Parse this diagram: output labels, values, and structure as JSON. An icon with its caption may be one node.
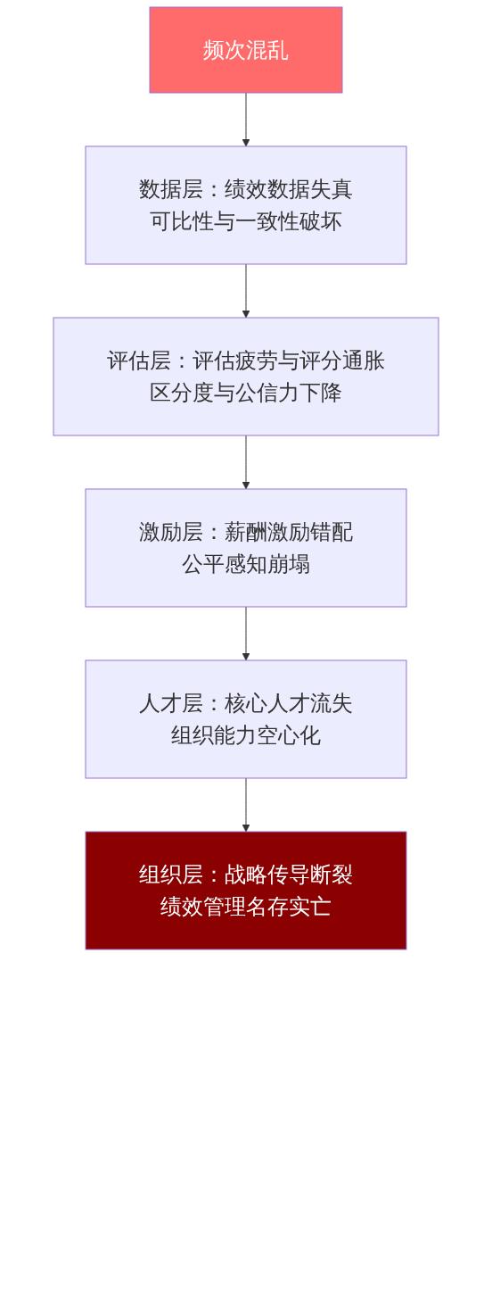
{
  "diagram": {
    "nodes": [
      {
        "text": [
          "频次混乱"
        ]
      },
      {
        "text": [
          "数据层：绩效数据失真",
          "可比性与一致性破坏"
        ]
      },
      {
        "text": [
          "评估层：评估疲劳与评分通胀",
          "区分度与公信力下降"
        ]
      },
      {
        "text": [
          "激励层：薪酬激励错配",
          "公平感知崩塌"
        ]
      },
      {
        "text": [
          "人才层：核心人才流失",
          "组织能力空心化"
        ]
      },
      {
        "text": [
          "组织层：战略传导断裂",
          "绩效管理名存实亡"
        ]
      }
    ],
    "edges": [
      {
        "from": 0,
        "to": 1,
        "arrow": "to"
      },
      {
        "from": 1,
        "to": 2,
        "arrow": "to"
      },
      {
        "from": 2,
        "to": 3,
        "arrow": "to"
      },
      {
        "from": 3,
        "to": 4,
        "arrow": "to"
      },
      {
        "from": 4,
        "to": 5,
        "arrow": "to"
      }
    ]
  }
}
